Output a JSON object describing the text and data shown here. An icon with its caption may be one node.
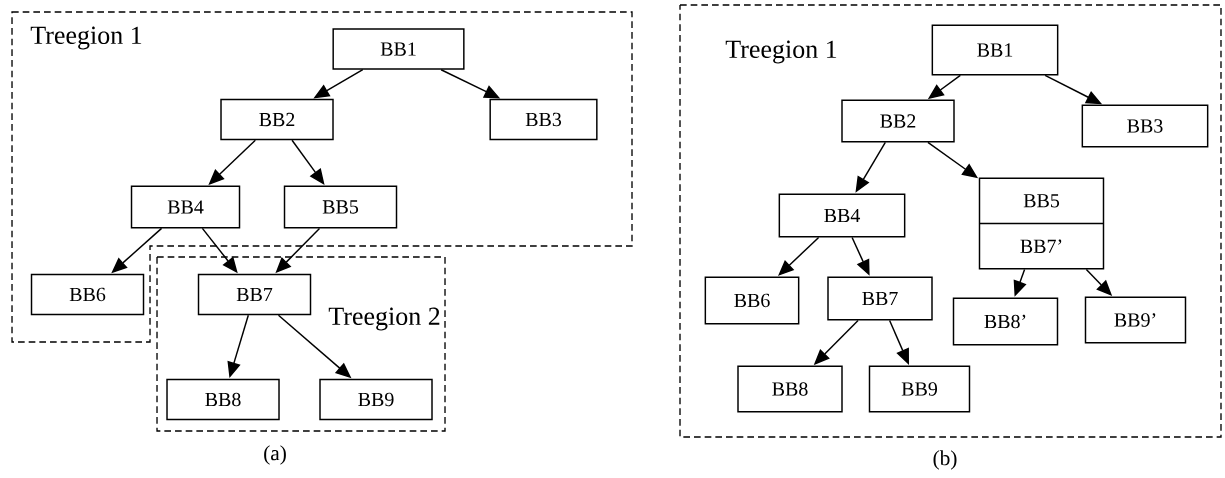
{
  "diagram": {
    "nodes": [
      {
        "text": [
          "Treegion 1"
        ]
      },
      {
        "text": [
          "BB1"
        ],
        "in": 0
      },
      {
        "text": [
          "BB2"
        ],
        "in": 0
      },
      {
        "text": [
          "BB3"
        ],
        "in": 0
      },
      {
        "text": [
          "BB4"
        ],
        "in": 0
      },
      {
        "text": [
          "BB5"
        ],
        "in": 0
      },
      {
        "text": [
          "BB6"
        ],
        "in": 0
      },
      {
        "text": [
          "Treegion 2"
        ]
      },
      {
        "text": [
          "BB7"
        ],
        "in": 7
      },
      {
        "text": [
          "BB8"
        ],
        "in": 7
      },
      {
        "text": [
          "BB9"
        ],
        "in": 7
      },
      {
        "text": [
          "Treegion 1"
        ]
      },
      {
        "text": [
          "BB1"
        ],
        "in": 11
      },
      {
        "text": [
          "BB2"
        ],
        "in": 11
      },
      {
        "text": [
          "BB3"
        ],
        "in": 11
      },
      {
        "text": [
          "BB4"
        ],
        "in": 11
      },
      {
        "text": [
          "BB5",
          "BB7’"
        ],
        "in": 11
      },
      {
        "text": [
          "BB6"
        ],
        "in": 11
      },
      {
        "text": [
          "BB7"
        ],
        "in": 11
      },
      {
        "text": [
          "BB8"
        ],
        "in": 11
      },
      {
        "text": [
          "BB9"
        ],
        "in": 11
      },
      {
        "text": [
          "BB8’"
        ],
        "in": 11
      },
      {
        "text": [
          "BB9’"
        ],
        "in": 11
      }
    ],
    "edges": [
      {
        "from": 1,
        "to": 2,
        "arrow": "to"
      },
      {
        "from": 1,
        "to": 3,
        "arrow": "to"
      },
      {
        "from": 2,
        "to": 4,
        "arrow": "to"
      },
      {
        "from": 2,
        "to": 5,
        "arrow": "to"
      },
      {
        "from": 4,
        "to": 6,
        "arrow": "to"
      },
      {
        "from": 4,
        "to": 8,
        "arrow": "to"
      },
      {
        "from": 5,
        "to": 8,
        "arrow": "to"
      },
      {
        "from": 8,
        "to": 9,
        "arrow": "to"
      },
      {
        "from": 8,
        "to": 10,
        "arrow": "to"
      },
      {
        "from": 12,
        "to": 13,
        "arrow": "to"
      },
      {
        "from": 12,
        "to": 14,
        "arrow": "to"
      },
      {
        "from": 13,
        "to": 15,
        "arrow": "to"
      },
      {
        "from": 13,
        "to": 16,
        "arrow": "to"
      },
      {
        "from": 15,
        "to": 17,
        "arrow": "to"
      },
      {
        "from": 15,
        "to": 18,
        "arrow": "to"
      },
      {
        "from": 18,
        "to": 19,
        "arrow": "to"
      },
      {
        "from": 18,
        "to": 20,
        "arrow": "to"
      },
      {
        "from": 16,
        "to": 21,
        "arrow": "to"
      },
      {
        "from": 16,
        "to": 22,
        "arrow": "to"
      }
    ],
    "labels": [
      "(a)",
      "(b)"
    ]
  }
}
